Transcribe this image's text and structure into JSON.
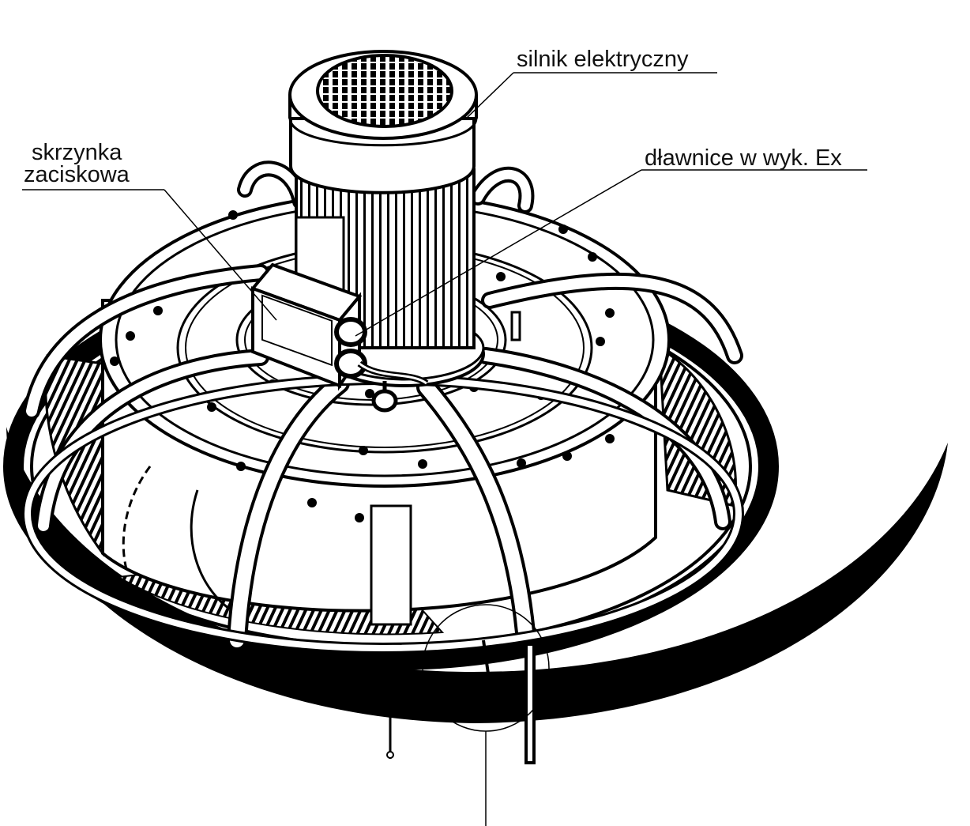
{
  "labels": {
    "motor": "silnik elektryczny",
    "terminal_box_line1": "skrzynka",
    "terminal_box_line2": "zaciskowa",
    "cable_glands": "dławnice w wyk. Ex"
  },
  "colors": {
    "ink": "#000000",
    "paper": "#ffffff"
  }
}
